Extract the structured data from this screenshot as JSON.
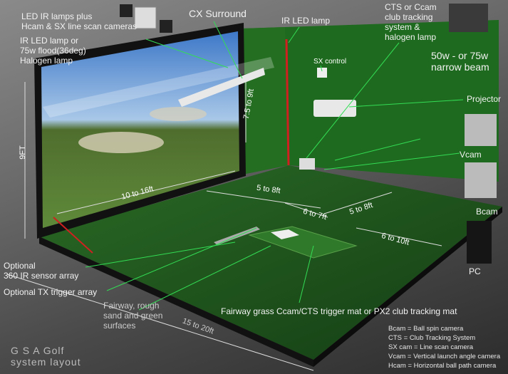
{
  "labels": {
    "led_ir": [
      "LED IR lamps plus",
      "Hcam & SX line scan cameras"
    ],
    "ir_flood": [
      "IR LED lamp or",
      "75w flood(36deg)",
      "Halogen lamp"
    ],
    "cx_surround": "CX Surround",
    "ir_led_lamp": "IR LED lamp",
    "cts_ccam": [
      "CTS or Ccam",
      "club tracking",
      "system &",
      "halogen lamp"
    ],
    "beam": [
      "50w - or 75w",
      "narrow beam"
    ],
    "sx_control": "SX control",
    "projector": "Projector",
    "vcam": "Vcam",
    "bcam": "Bcam",
    "pc": "PC",
    "optional_360": [
      "Optional",
      "360 IR sensor array"
    ],
    "optional_tx": "Optional TX trigger array",
    "fairway": [
      "Fairway, rough",
      "sand and green",
      "surfaces"
    ],
    "mat": "Fairway grass Ccam/CTS trigger mat or PX2 club tracking mat",
    "title": [
      "G S A  Golf",
      "system layout"
    ]
  },
  "dimensions": {
    "height": "9FT",
    "screen_height": "7.5 to 9ft",
    "screen_width": "10 to 16ft",
    "d1": "5 to 8ft",
    "d2": "6 to 7ft",
    "d3": "5 to 8ft",
    "d4": "6 to 10ft",
    "room_depth": "15 to 20ft"
  },
  "legend": [
    "Bcam = Ball spin camera",
    "CTS = Club Tracking System",
    "SX cam = Line scan camera",
    "Vcam = Vertical launch angle camera",
    "Hcam = Horizontal ball path camera"
  ],
  "colors": {
    "wall": "#1f6b1f",
    "floor": "#1d4f1d",
    "leader": "#33dd55",
    "accent": "#e02020"
  }
}
